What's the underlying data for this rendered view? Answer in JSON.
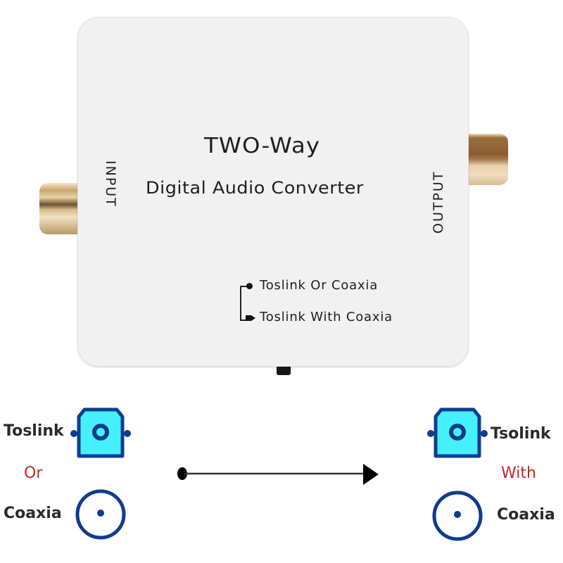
{
  "device": {
    "title": "TWO-Way",
    "subtitle": "Digital Audio Converter",
    "input_label": "INPUT",
    "output_label": "OUTPUT",
    "mode_options": [
      "Toslink Or Coaxia",
      "Toslink With Coaxia"
    ]
  },
  "diagram": {
    "left": {
      "top_label": "Toslink",
      "conjunction": "Or",
      "bottom_label": "Coaxia"
    },
    "right": {
      "top_label": "Tsolink",
      "conjunction": "With",
      "bottom_label": "Coaxia"
    },
    "icons": [
      "toslink-port-icon",
      "coaxial-port-icon",
      "arrow-right-icon"
    ]
  },
  "colors": {
    "device_body": "#f1f1f1",
    "toslink_fill": "#45f0fb",
    "toslink_stroke": "#0f3c8f",
    "coax_stroke": "#0f3c8f",
    "conjunction_text": "#c0282b",
    "label_text": "#2a2a2a"
  }
}
